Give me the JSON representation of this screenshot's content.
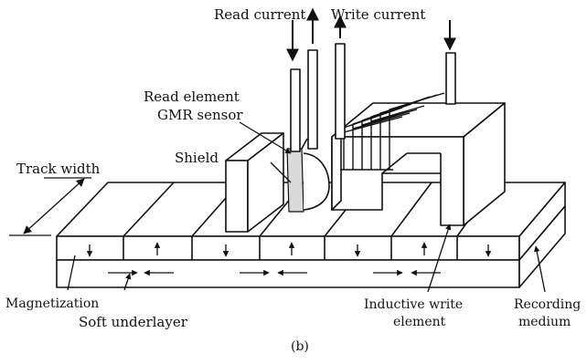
{
  "figure": {
    "labels": {
      "read_current": "Read current",
      "write_current": "Write current",
      "read_element_line1": "Read element",
      "read_element_line2": "GMR sensor",
      "shield": "Shield",
      "track_width": "Track width",
      "magnetization": "Magnetization",
      "soft_underlayer": "Soft underlayer",
      "inductive_write_line1": "Inductive write",
      "inductive_write_line2": "element",
      "recording_line1": "Recording",
      "recording_line2": "medium",
      "caption": "(b)"
    },
    "colors": {
      "ink": "#111111",
      "background": "#ffffff",
      "sensor_fill": "#d9d9d9"
    }
  }
}
